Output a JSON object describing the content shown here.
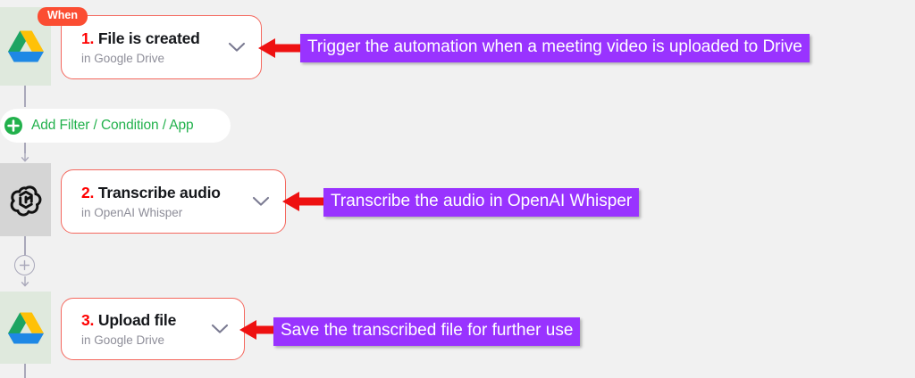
{
  "background_color": "#f1f1f1",
  "theme": {
    "card_border": "#f4685e",
    "step_number_color": "#ff0000",
    "annotation_bg": "#9933ff",
    "annotation_text": "#ffffff",
    "arrow_color": "#ee1111",
    "badge_bg": "#fb4d32",
    "add_filter_green": "#22b14c",
    "rail_color": "#a9a8ba",
    "strip_google_drive": "#dfe9dd",
    "strip_openai": "#d5d5d5"
  },
  "trigger_badge": {
    "label": "When"
  },
  "steps": [
    {
      "number": "1.",
      "title": "File is created",
      "subtitle": "in Google Drive",
      "app_icon": "google-drive-icon",
      "chevron": "chevron-down-icon"
    },
    {
      "number": "2.",
      "title": "Transcribe audio",
      "subtitle": "in OpenAI Whisper",
      "app_icon": "openai-icon",
      "chevron": "chevron-down-icon"
    },
    {
      "number": "3.",
      "title": "Upload file",
      "subtitle": "in Google Drive",
      "app_icon": "google-drive-icon",
      "chevron": "chevron-down-icon"
    }
  ],
  "add_filter": {
    "label": "Add Filter / Condition / App",
    "icon": "plus-circle-icon"
  },
  "add_step": {
    "icon": "plus-circle-icon"
  },
  "annotations": [
    {
      "text": "Trigger the automation when a meeting video is uploaded to Drive"
    },
    {
      "text": "Transcribe the audio in OpenAI Whisper"
    },
    {
      "text": "Save the transcribed file for further use"
    }
  ]
}
